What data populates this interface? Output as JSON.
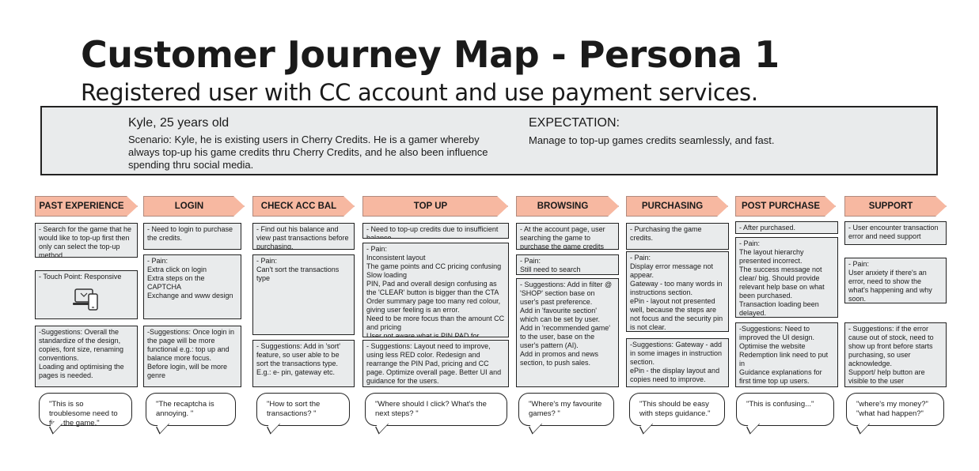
{
  "title": "Customer Journey Map - Persona 1",
  "subtitle": "Registered user with CC account and use payment services.",
  "persona": {
    "name": "Kyle, 25 years old",
    "scenario": "Scenario: Kyle, he is existing users in Cherry Credits. He is a gamer whereby always top-up his game credits thru Cherry Credits, and he also been influence spending thru social media.",
    "expectation_title": "EXPECTATION:",
    "expectation_text": "Manage to top-up games credits seamlessly, and fast."
  },
  "stages": [
    {
      "label": "PAST EXPERIENCE",
      "action": "- Search for the game that he would like to top-up first then only can select the top-up method.",
      "pain": "- Touch Point: Responsive",
      "suggestion": "-Suggestions: Overall the standardize of the design, copies, font size, renaming conventions.\nLoading and optimising the pages is needed.",
      "quote": "\"This is so troublesome need to find the game.\""
    },
    {
      "label": "LOGIN",
      "action": "- Need to login to purchase the credits.",
      "pain": "- Pain:\nExtra click on login\nExtra steps on the CAPTCHA\nExchange and www design",
      "suggestion": "-Suggestions: Once login in the page will be more functional e.g.: top up and balance more focus.\nBefore login, will be more genre",
      "quote": "\"The recaptcha is annoying. \""
    },
    {
      "label": "CHECK ACC BAL",
      "action": "- Find out his balance and view past transactions before purchasing.",
      "pain": "- Pain:\nCan't sort the transactions type",
      "suggestion": "- Suggestions: Add in 'sort' feature, so user able to be sort the transactions type.\nE.g.: e- pin, gateway etc.",
      "quote": "\"How to sort the transactions? \""
    },
    {
      "label": "TOP UP",
      "action": "- Need to top-up credits due to insufficient balance",
      "pain": "- Pain:\nInconsistent layout\nThe game points and CC pricing confusing\nSlow loading\nPIN, Pad and overall design confusing as the 'CLEAR' button is bigger than the CTA\nOrder summary page too many red colour, giving user feeling is an error.\nNeed to be more focus than the amount CC and pricing\nUser not aware what is PIN PAD for.",
      "suggestion": "- Suggestions: Layout need to improve, using less RED color. Redesign and rearrange the PIN Pad, pricing and CC page. Optimize overall page. Better UI and guidance for the users.",
      "quote": "\"Where should I click? What's the next steps? \""
    },
    {
      "label": "BROWSING",
      "action": "- At the account page, user searching the game to purchase the game credits",
      "pain": "- Pain:\nStill need to search",
      "suggestion": "- Suggestions: Add in filter @ 'SHOP' section base on user's past preference.\nAdd in 'favourite section' which can be set by user.\nAdd in 'recommended game' to the user, base on the user's pattern (AI).\nAdd in promos and news section, to push sales.",
      "quote": "\"Where's my favourite games? \""
    },
    {
      "label": "PURCHASING",
      "action": "- Purchasing the game credits.",
      "pain": "- Pain:\nDisplay error message not appear.\nGateway - too many words in instructions section.\nePin - layout not presented well, because the steps are not focus and the security pin is not clear.",
      "suggestion": "-Suggestions: Gateway - add in some images in instruction section.\nePin - the display layout and copies need to improve.",
      "quote": "\"This should be easy with steps guidance.\""
    },
    {
      "label": "POST PURCHASE",
      "action": "- After purchased.",
      "pain": "- Pain:\nThe layout hierarchy presented incorrect.\nThe success message not clear/ big. Should provide relevant help base on what been purchased.\nTransaction loading been delayed.",
      "suggestion": "-Suggestions: Need to improved the UI design.\nOptimise the website Redemption link need to put in\nGuidance explanations for first time top up users.",
      "quote": "\"This is confusing...\""
    },
    {
      "label": "SUPPORT",
      "action": "- User encounter transaction error and need support",
      "pain": "- Pain:\nUser anxiety if there's an error, need to show the what's happening and why soon.",
      "suggestion": "- Suggestions: if the error cause out of stock, need to show up front before starts purchasing, so user acknowledge.\nSupport/ help button are visible to the user",
      "quote": "\"where's my money?\" \"what had happen?\""
    }
  ],
  "icons": {
    "touch_point": "responsive-devices-icon"
  },
  "colors": {
    "stage_fill": "#f7b8a1",
    "card_fill": "#e9ebec",
    "border": "#222222"
  }
}
